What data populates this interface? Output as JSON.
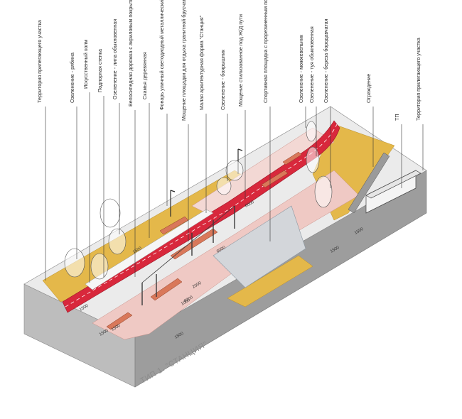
{
  "title": "ТИП 1. \"СТАНЦИЯ\"",
  "colors": {
    "sand": "#e4b84a",
    "path_red": "#d8283c",
    "paving_pink": "#efc9c4",
    "water": "#d3d6da",
    "concrete": "#cfcfcf",
    "bench_wood": "#d9785a"
  },
  "labels": [
    "Территория прилегающего участка",
    "Озеленение - рябина",
    "Искусственный холм",
    "Подпорная стенка",
    "Озеленение - липа обыкновенная",
    "Велосипедная дорожка с акриловым покрытием",
    "Скамья деревянная",
    "Фонарь уличный светодиодный металлический",
    "Мощение площадки для отдыха гранитной брусчаткой",
    "Малая архитектурная форма \"Станция\"",
    "Озеленение - боярышник",
    "Мощение стилизованное под Ж/Д пути",
    "Спортивная площадка с прорезиненным покрытием",
    "Озеленение - можжевельник",
    "Озеленение - туя обыкновенная",
    "Озеленение - береза бородавчатая",
    "Ограждение",
    "ТП",
    "Территория прилегающего участка"
  ],
  "dimensions": [
    "1500",
    "6000",
    "6000",
    "2000",
    "1000",
    "1500",
    "1500",
    "1500",
    "1500",
    "1500",
    "6000",
    "1500"
  ]
}
